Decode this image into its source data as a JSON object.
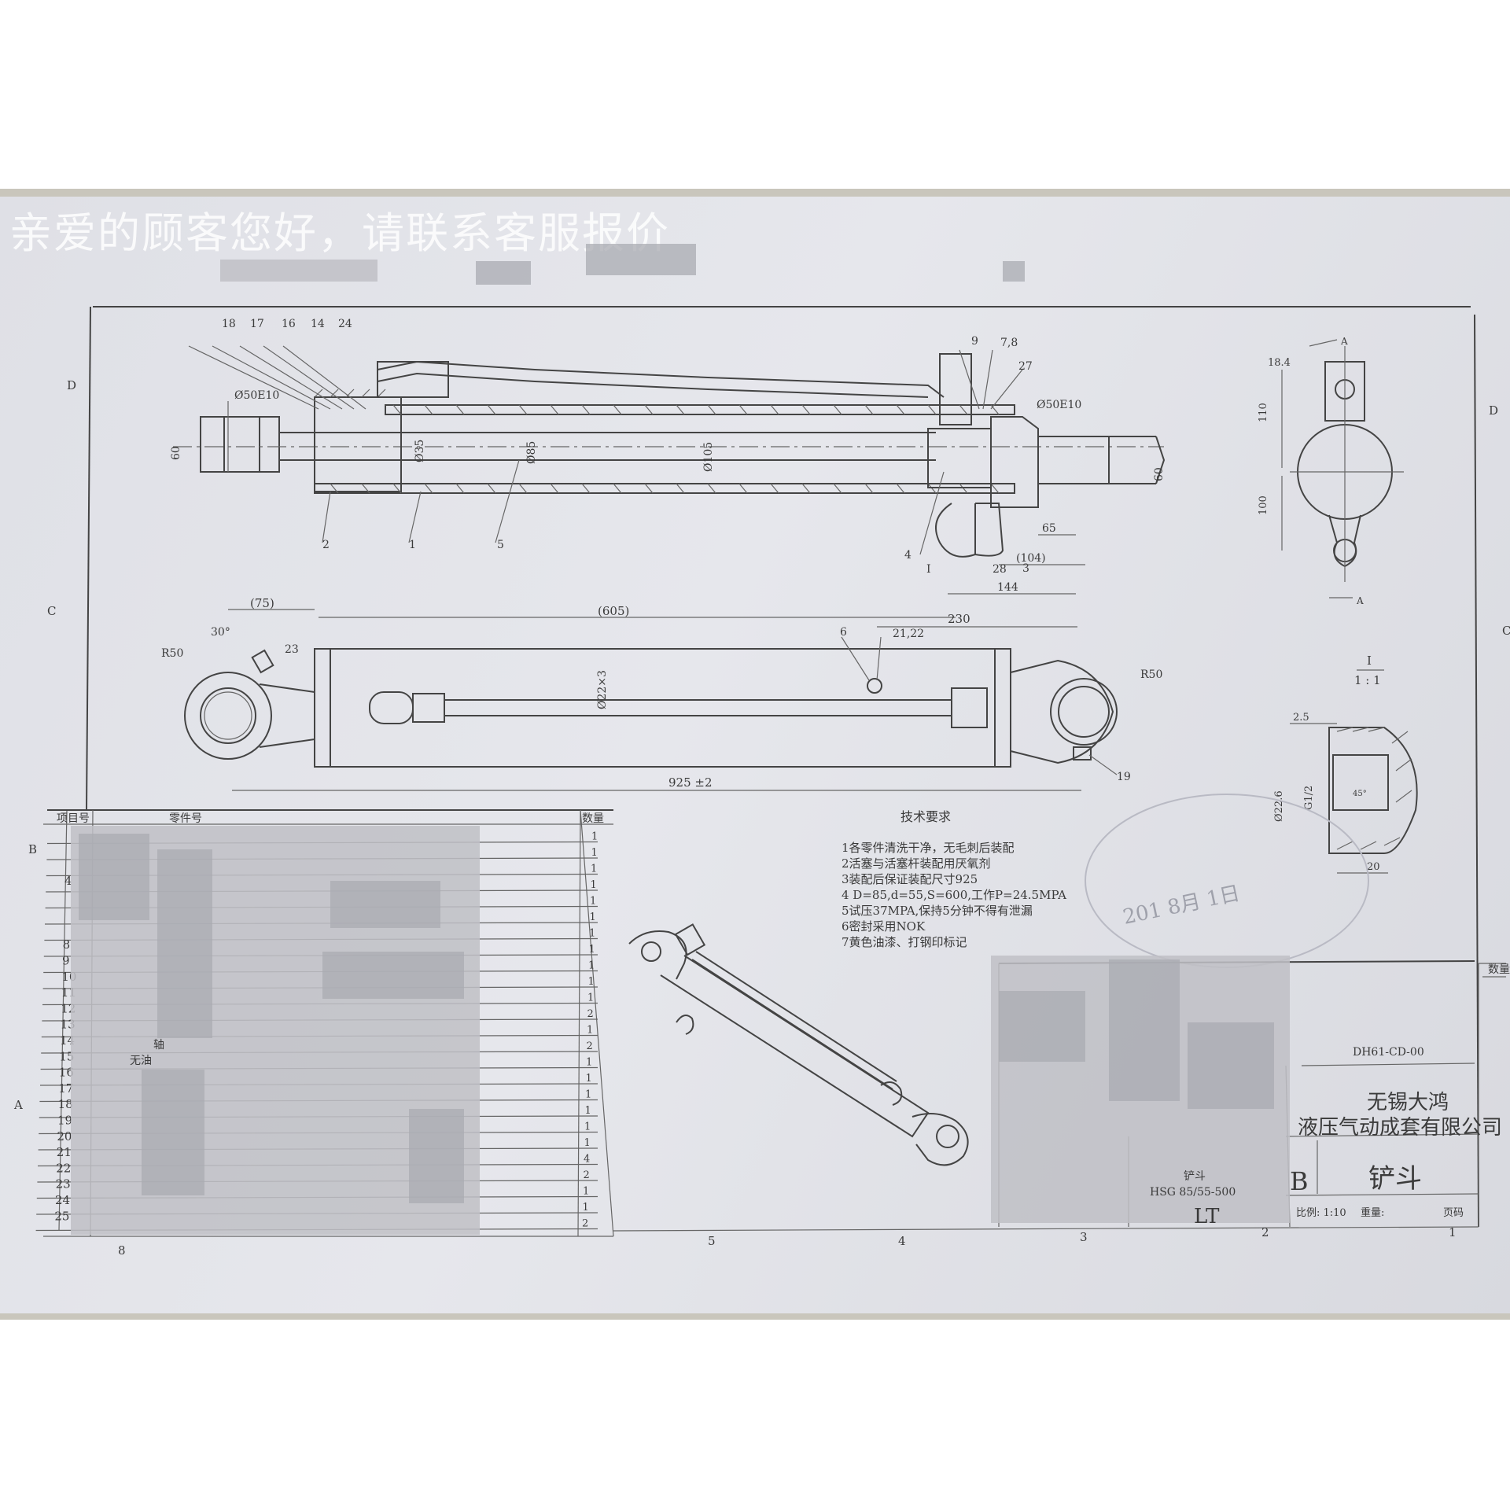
{
  "watermark": "亲爱的顾客您好，请联系客服报价",
  "section_view": {
    "balloons_left": [
      "18",
      "17",
      "16",
      "14",
      "24"
    ],
    "balloons_right": [
      "9",
      "7,8",
      "27"
    ],
    "balloons_bottom": [
      "2",
      "1",
      "5",
      "4",
      "I",
      "3"
    ],
    "dim_bore_left": "Ø50E10",
    "dim_bore_right": "Ø50E10",
    "dim_rod": "Ø35",
    "dim_inner": "Ø85",
    "dim_outer": "Ø105",
    "dim_left_60": "60",
    "dim_right_60": "60",
    "dim_65": "65",
    "dim_104": "(104)",
    "dim_28": "28",
    "dim_144": "144"
  },
  "elevation_view": {
    "dim_75": "(75)",
    "dim_605": "(605)",
    "dim_230": "230",
    "dim_30deg": "30°",
    "dim_23": "23",
    "dim_r50_left": "R50",
    "dim_r50_right": "R50",
    "dim_6": "6",
    "dim_2122": "21,22",
    "dim_tube": "Ø22×3",
    "dim_925": "925  ±2",
    "balloon_19": "19"
  },
  "side_view": {
    "dim_18": "18.4",
    "dim_110": "110",
    "dim_100": "100",
    "mark_a_top": "A",
    "mark_a_bottom": "A"
  },
  "detail_view": {
    "title_top": "I",
    "scale": "1 : 1",
    "dim_25": "2.5",
    "dim_226": "Ø22.6",
    "dim_g12": "G1/2",
    "dim_20": "20",
    "dim_angle": "45°"
  },
  "zone_letters": [
    "D",
    "C",
    "B",
    "A"
  ],
  "zone_numbers": [
    "8",
    "5",
    "4",
    "3",
    "2",
    "1"
  ],
  "tech": {
    "title": "技术要求",
    "lines": [
      "1各零件清洗干净，无毛刺后装配",
      "2活塞与活塞杆装配用厌氧剂",
      "3装配后保证装配尺寸925",
      "4 D=85,d=55,S=600,工作P=24.5MPA",
      "5试压37MPA,保持5分钟不得有泄漏",
      "6密封采用NOK",
      "7黄色油漆、打钢印标记"
    ]
  },
  "bom": {
    "col_item": "项目号",
    "col_part": "零件号",
    "col_qty": "数量",
    "items": [
      "4",
      "",
      "",
      "",
      "8",
      "9",
      "10",
      "11",
      "12",
      "13",
      "14",
      "15",
      "16",
      "17",
      "18",
      "19",
      "20",
      "21",
      "22",
      "23",
      "24",
      "25"
    ],
    "qty": [
      "1",
      "1",
      "1",
      "1",
      "1",
      "1",
      "1",
      "1",
      "1",
      "1",
      "1",
      "2",
      "1",
      "2",
      "1",
      "1",
      "1",
      "1",
      "1",
      "1",
      "4",
      "2",
      "1",
      "1",
      "2"
    ],
    "partial_texts": [
      "轴",
      "无油"
    ]
  },
  "title_block": {
    "company_line1": "无锡大鸿",
    "company_line2": "液压气动成套有限公司",
    "drawing_no": "DH61-CD-00",
    "size_letter": "B",
    "name": "铲斗",
    "small_name": "铲斗",
    "model": "HSG 85/55-500",
    "handwritten": "LT",
    "scale_label": "比例: 1:10",
    "weight_label": "重量:",
    "sheet_label": "页码",
    "qty_header": "数量",
    "stamp_date": "201  8月 1日"
  }
}
